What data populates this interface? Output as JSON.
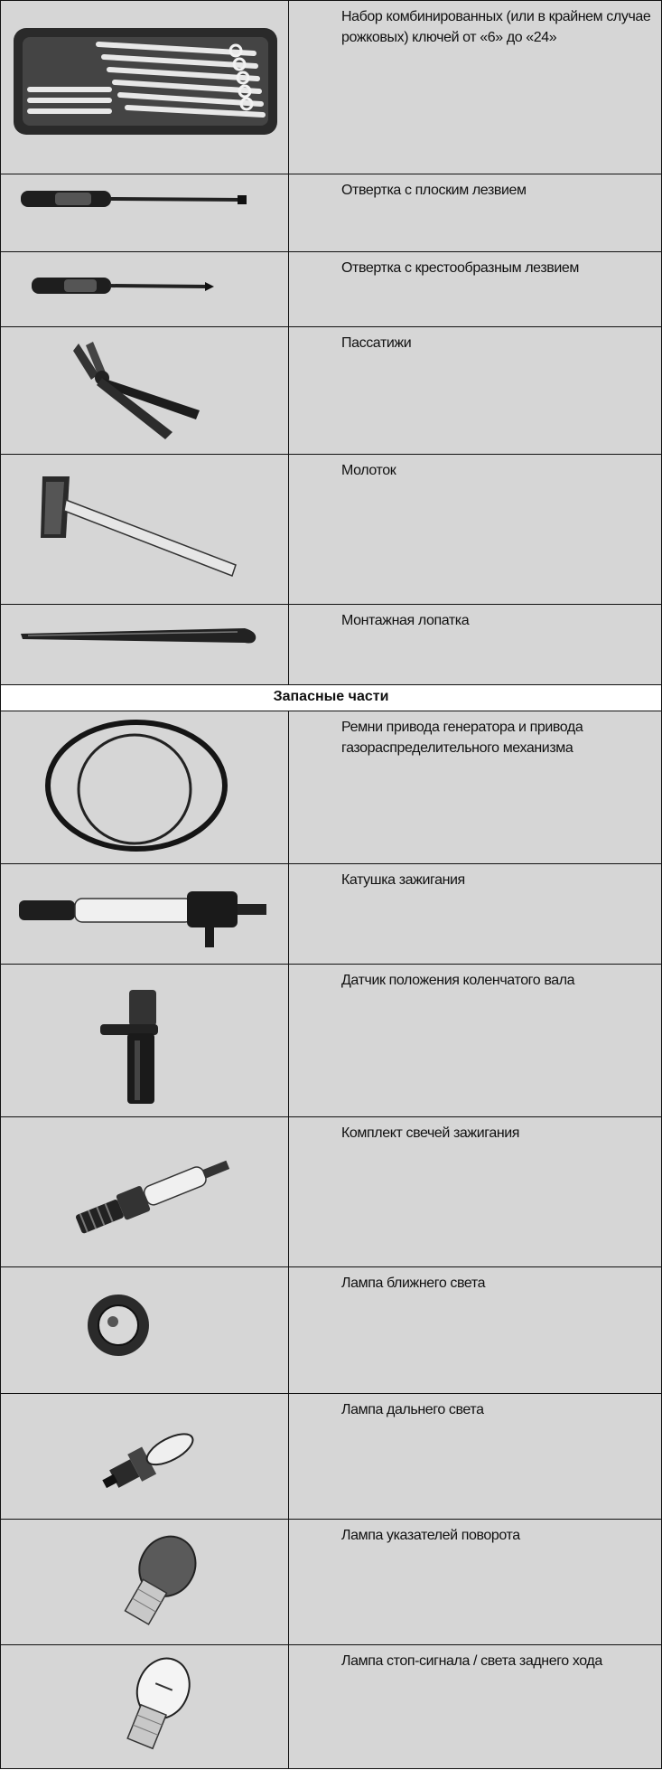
{
  "tools": [
    {
      "label": "Набор комбинированных (или в крайнем случае рожковых) ключей от «6» до «24»",
      "icon": "wrench-set-icon"
    },
    {
      "label": "Отвертка с плоским лезвием",
      "icon": "flat-screwdriver-icon"
    },
    {
      "label": "Отвертка с крестообразным лезвием",
      "icon": "phillips-screwdriver-icon"
    },
    {
      "label": "Пассатижи",
      "icon": "pliers-icon"
    },
    {
      "label": "Молоток",
      "icon": "hammer-icon"
    },
    {
      "label": "Монтажная лопатка",
      "icon": "tire-lever-icon"
    }
  ],
  "section_title": "Запасные части",
  "parts": [
    {
      "label": "Ремни привода генератора и привода газораспределительного механизма",
      "icon": "drive-belts-icon"
    },
    {
      "label": "Катушка зажигания",
      "icon": "ignition-coil-icon"
    },
    {
      "label": "Датчик положения коленчатого вала",
      "icon": "crankshaft-sensor-icon"
    },
    {
      "label": "Комплект свечей зажигания",
      "icon": "spark-plug-icon"
    },
    {
      "label": "Лампа ближнего света",
      "icon": "low-beam-bulb-icon"
    },
    {
      "label": "Лампа дальнего света",
      "icon": "high-beam-bulb-icon"
    },
    {
      "label": "Лампа указателей поворота",
      "icon": "turn-signal-bulb-icon"
    },
    {
      "label": "Лампа стоп-сигнала / света заднего хода",
      "icon": "brake-light-bulb-icon"
    }
  ]
}
